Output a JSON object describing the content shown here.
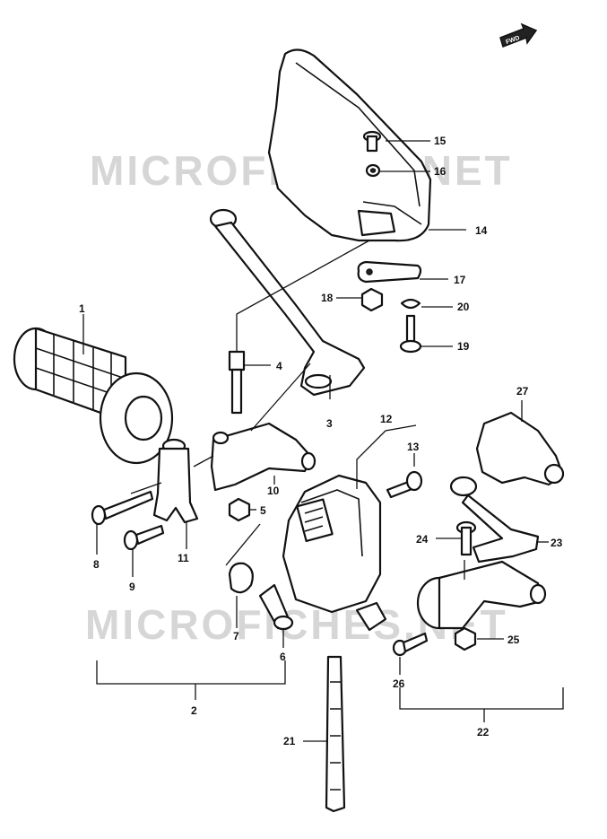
{
  "watermark": {
    "text": "MICROFICHES.NET"
  },
  "direction": {
    "label": "FWD"
  },
  "callouts": {
    "c1": "1",
    "c2": "2",
    "c3": "3",
    "c4": "4",
    "c5": "5",
    "c6": "6",
    "c7": "7",
    "c8": "8",
    "c9": "9",
    "c10": "10",
    "c11": "11",
    "c12": "12",
    "c13": "13",
    "c14": "14",
    "c15": "15",
    "c16": "16",
    "c17": "17",
    "c18": "18",
    "c19": "19",
    "c20": "20",
    "c21": "21",
    "c22": "22",
    "c23": "23",
    "c24": "24",
    "c25": "25",
    "c26": "26",
    "c27": "27"
  }
}
